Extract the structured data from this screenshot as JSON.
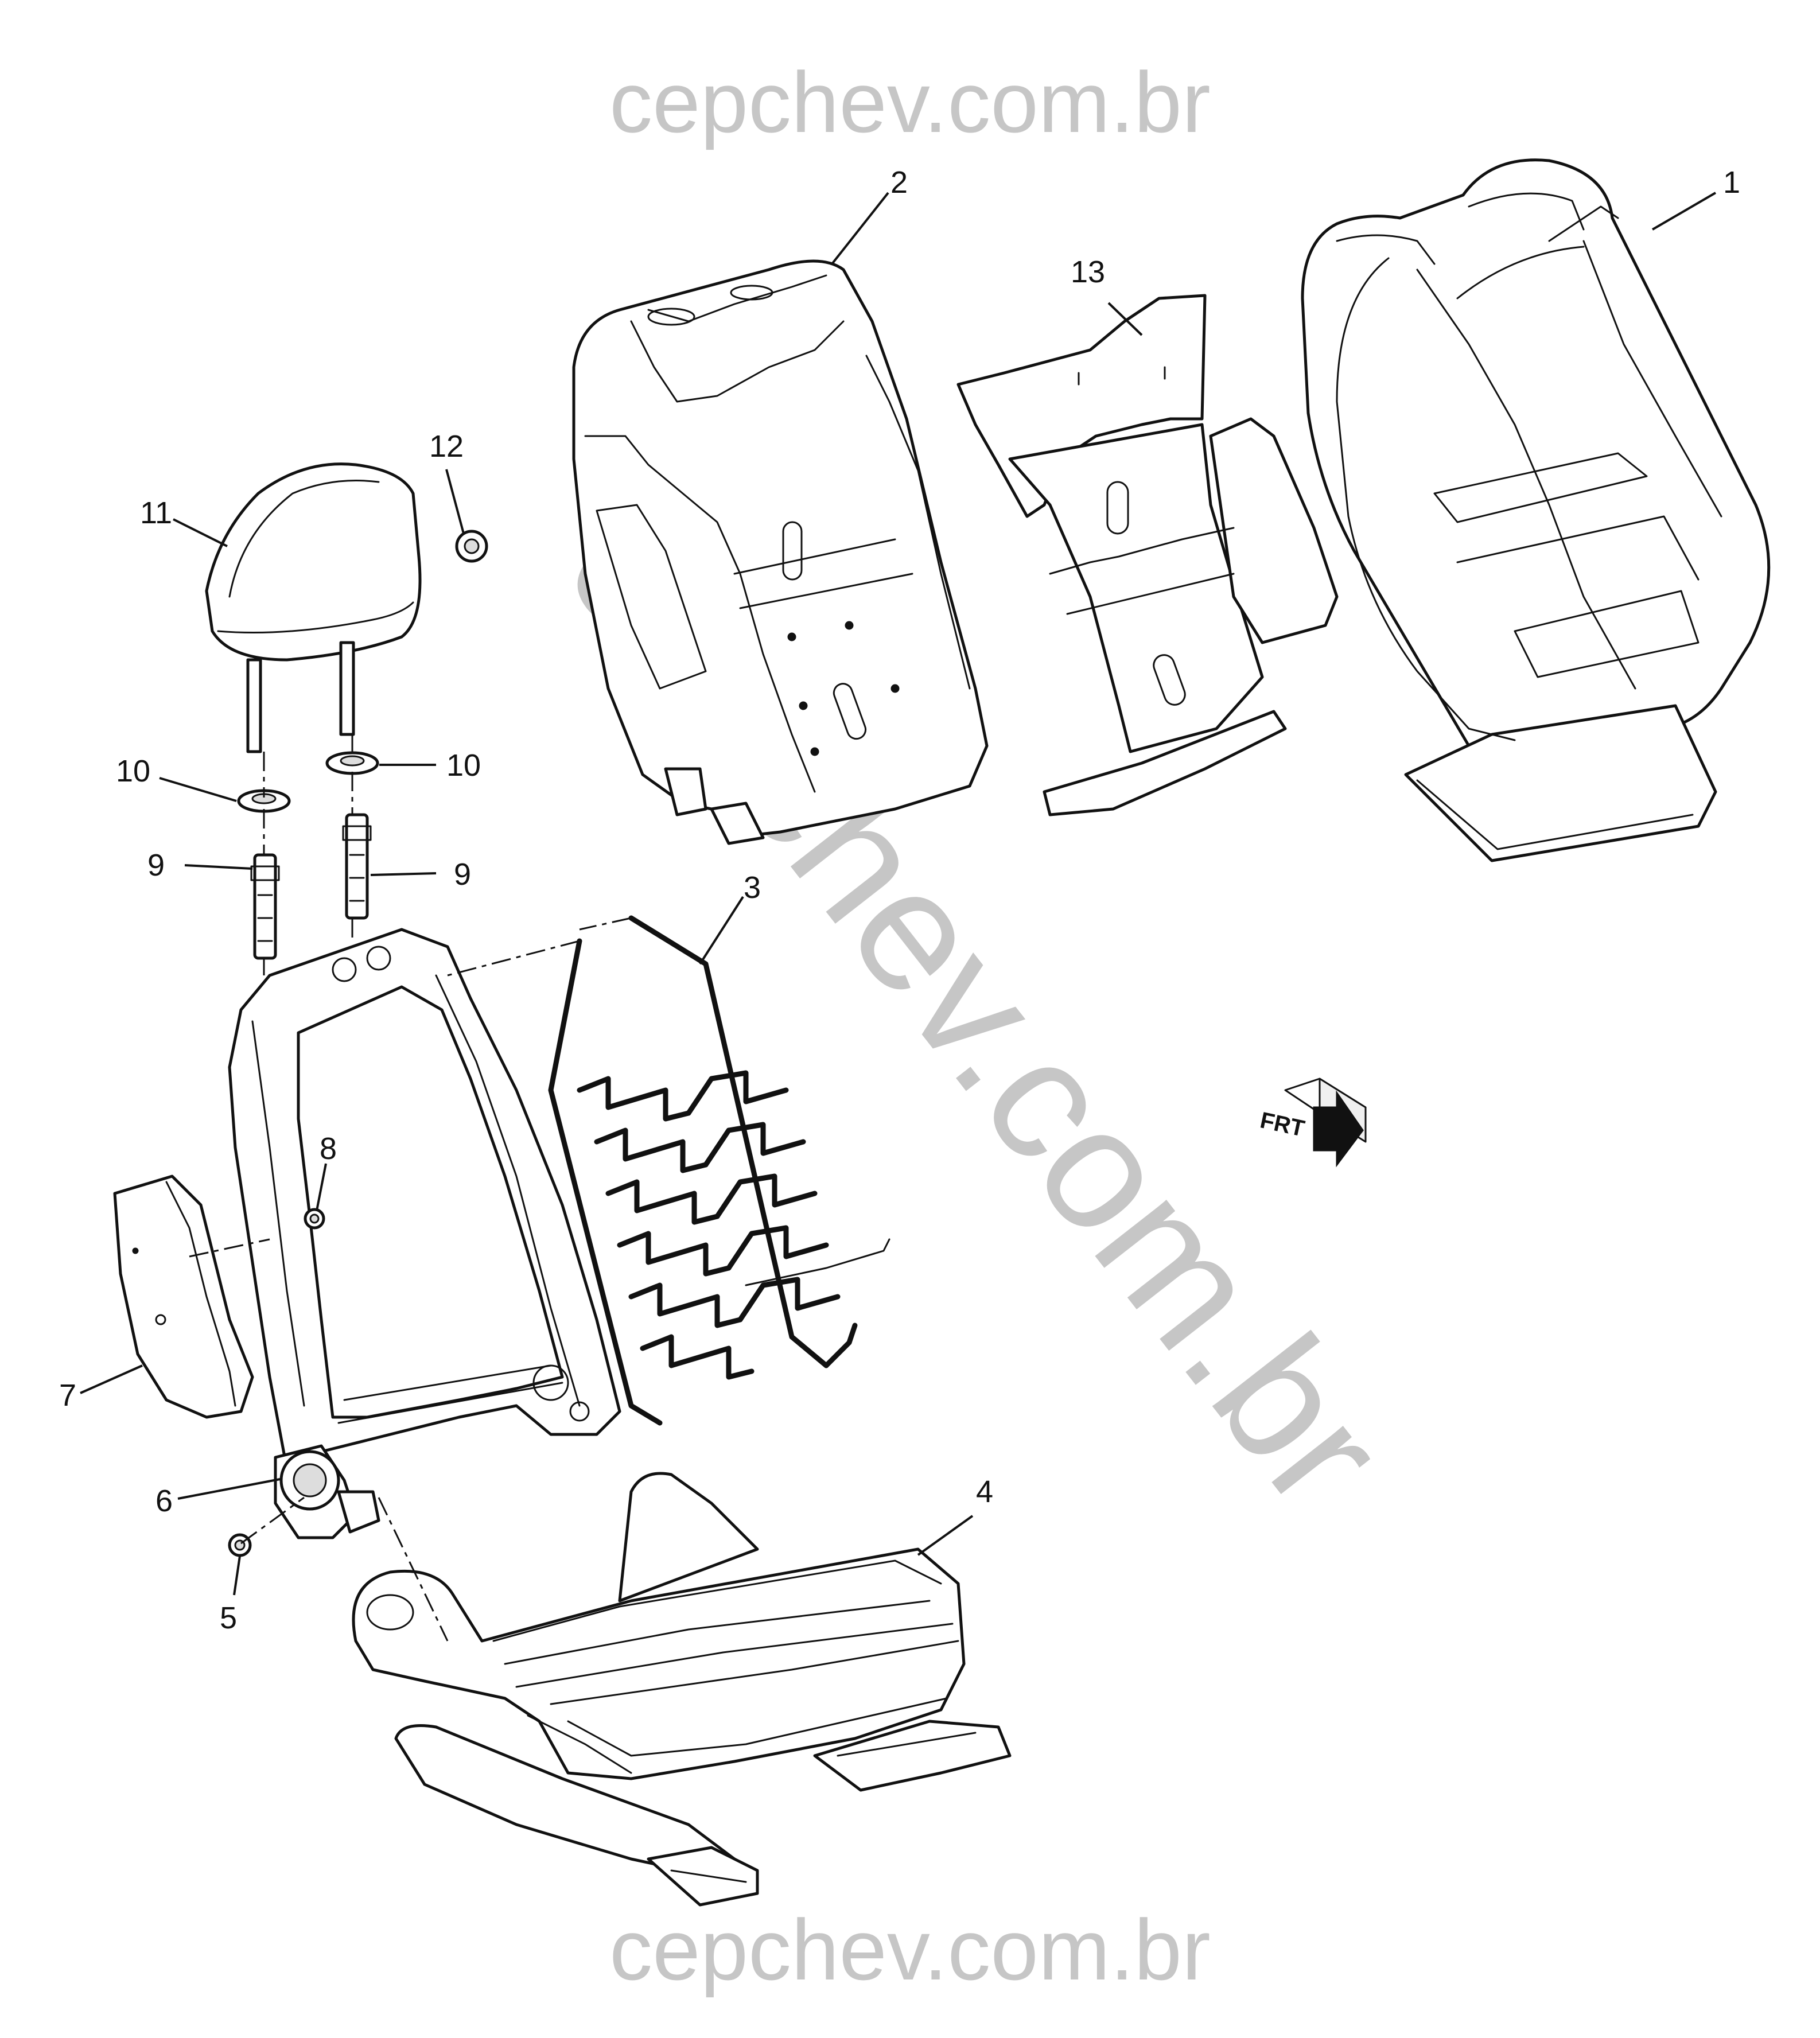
{
  "watermark": {
    "top": "cepchev.com.br",
    "diagonal": "cepchev.com.br",
    "bottom": "cepchev.com.br"
  },
  "orientation": {
    "label": "FRT"
  },
  "callouts": [
    {
      "id": "callout-1",
      "label": "1"
    },
    {
      "id": "callout-2",
      "label": "2"
    },
    {
      "id": "callout-3",
      "label": "3"
    },
    {
      "id": "callout-4",
      "label": "4"
    },
    {
      "id": "callout-5",
      "label": "5"
    },
    {
      "id": "callout-6",
      "label": "6"
    },
    {
      "id": "callout-7",
      "label": "7"
    },
    {
      "id": "callout-8",
      "label": "8"
    },
    {
      "id": "callout-9a",
      "label": "9"
    },
    {
      "id": "callout-9b",
      "label": "9"
    },
    {
      "id": "callout-10a",
      "label": "10"
    },
    {
      "id": "callout-10b",
      "label": "10"
    },
    {
      "id": "callout-11",
      "label": "11"
    },
    {
      "id": "callout-12",
      "label": "12"
    },
    {
      "id": "callout-13",
      "label": "13"
    }
  ]
}
